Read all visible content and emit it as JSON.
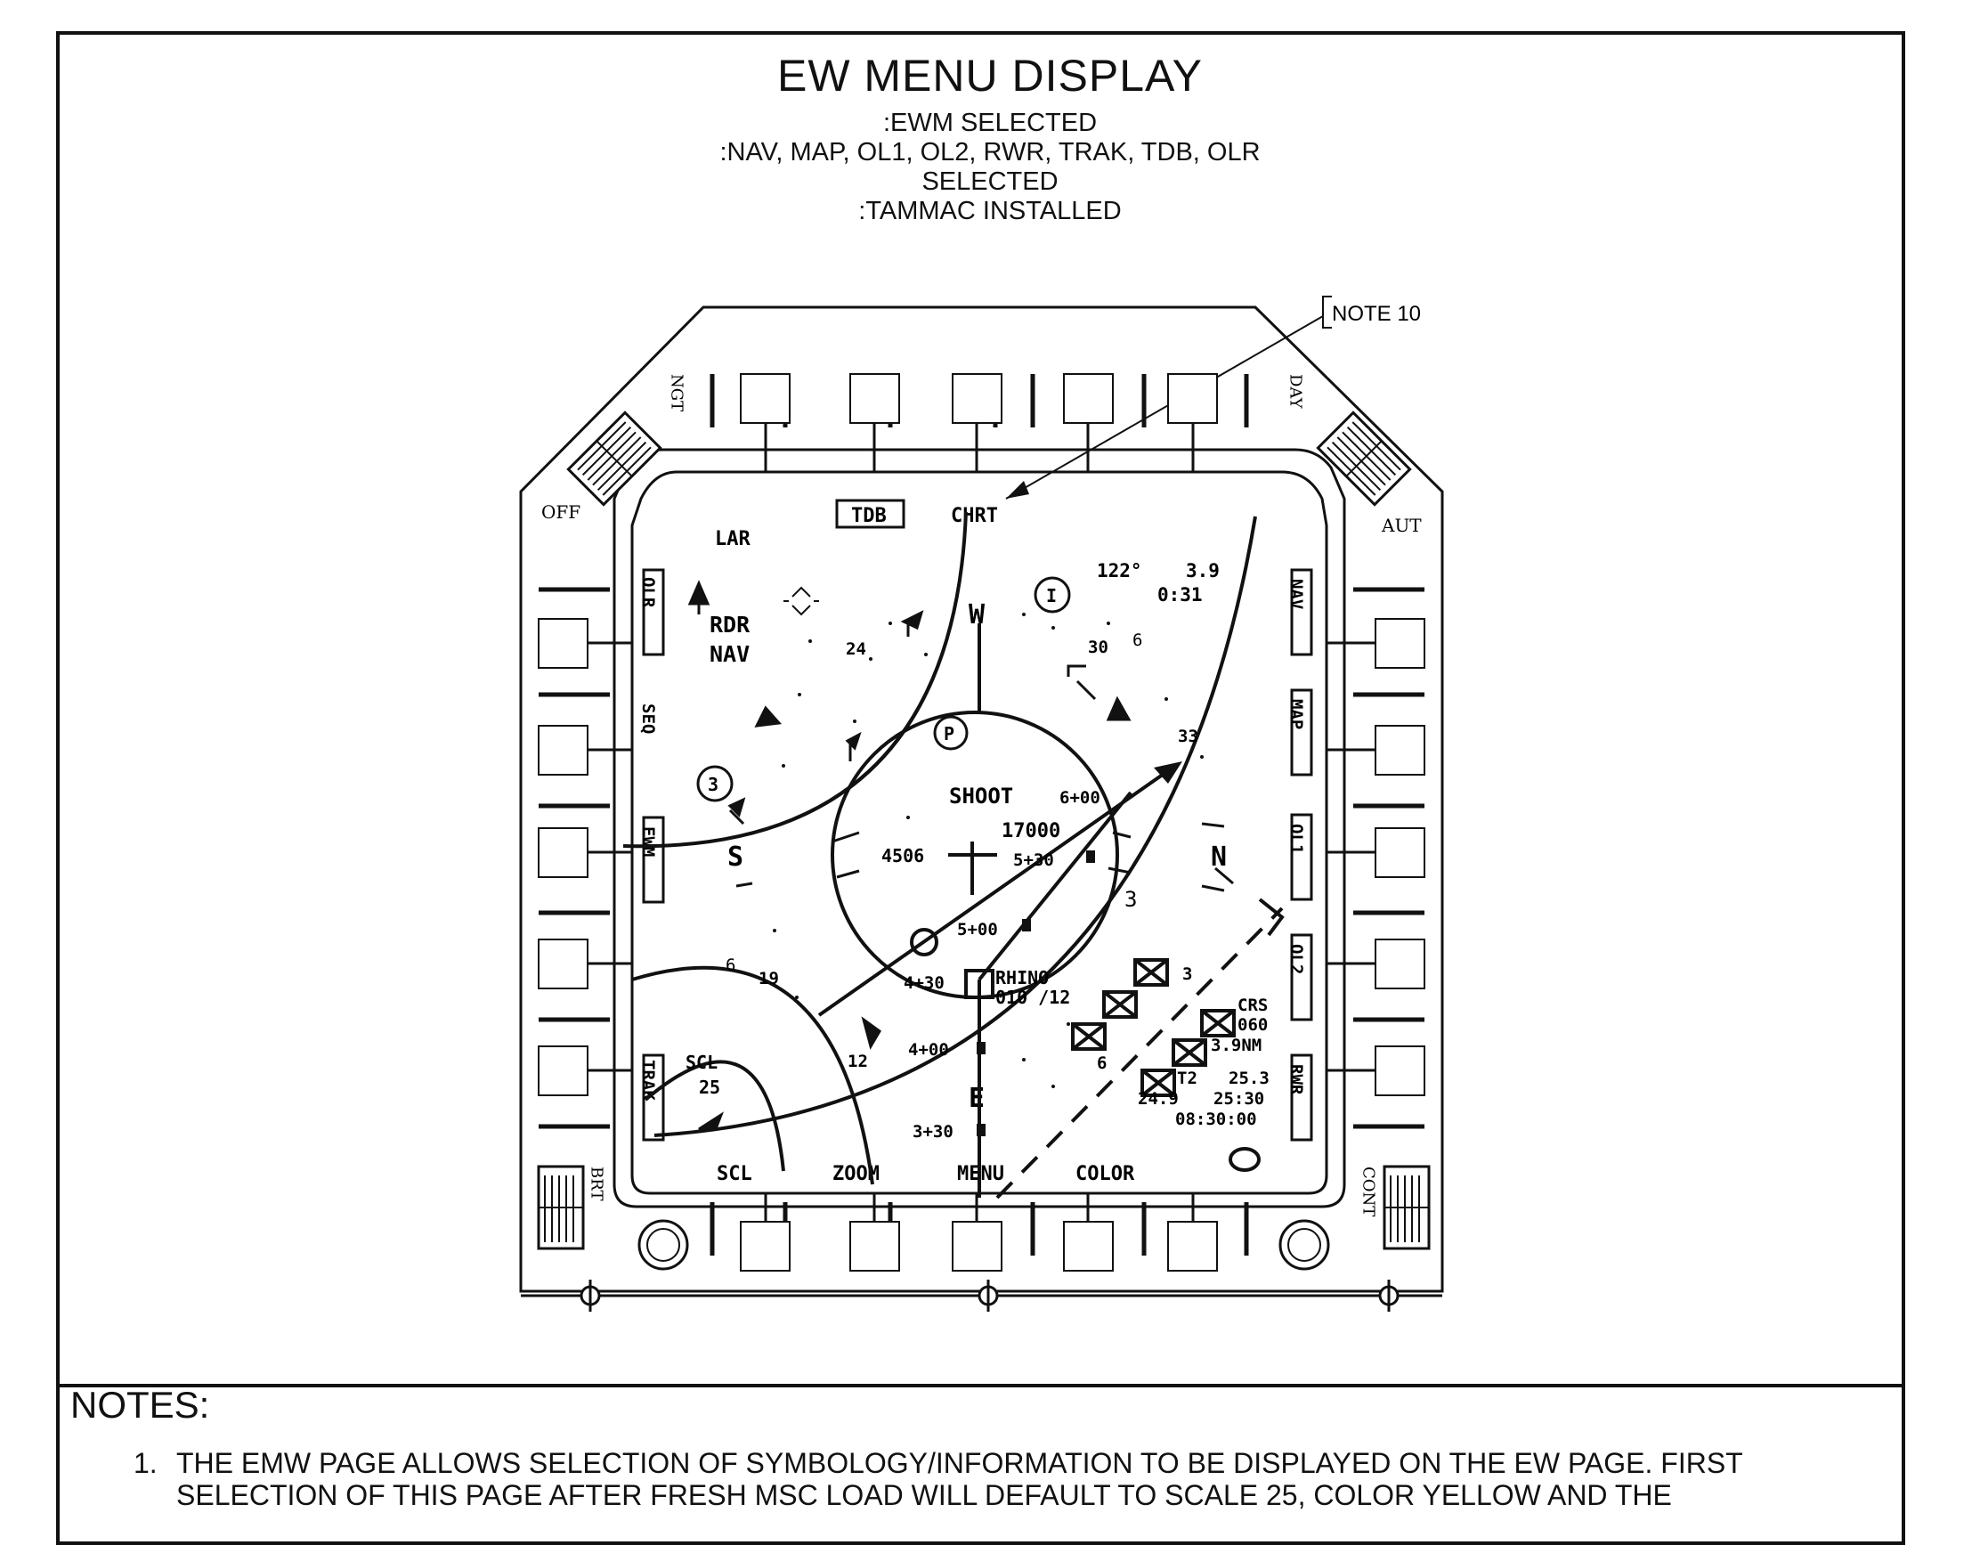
{
  "header": {
    "title": "EW MENU DISPLAY",
    "conditions": [
      ":EWM SELECTED",
      ":NAV, MAP, OL1, OL2, RWR, TRAK, TDB, OLR",
      "SELECTED",
      ":TAMMAC INSTALLED"
    ]
  },
  "callout": {
    "note_ref": "NOTE 10"
  },
  "bezel": {
    "left_knob_top": "NGT",
    "left_knob_off": "OFF",
    "right_knob_top": "DAY",
    "right_knob_aut": "AUT",
    "left_knob_bottom": "BRT",
    "right_knob_bottom": "CONT"
  },
  "display": {
    "top_labels": {
      "tdb": "TDB",
      "chrt": "CHRT",
      "lar": "LAR"
    },
    "left_labels": [
      "OLR",
      "SEQ",
      "EWM",
      "TRAK"
    ],
    "right_labels": [
      "NAV",
      "MAP",
      "OL1",
      "OL2",
      "RWR"
    ],
    "bottom_labels": [
      "SCL",
      "ZOOM",
      "MENU",
      "COLOR"
    ],
    "mode": [
      "RDR",
      "NAV"
    ],
    "shoot": "SHOOT",
    "altitude": "17000",
    "heading_box": "4506",
    "compass": {
      "w": "W",
      "s": "S",
      "n": "N",
      "e": "E"
    },
    "numbers": {
      "n24": "24",
      "n30": "30",
      "n6a": "6",
      "n33": "33",
      "n3a": "3",
      "n19": "19",
      "n12": "12",
      "n6b": "6",
      "n6c": "6",
      "n3b": "3"
    },
    "times": {
      "t1": "6+00",
      "t2": "5+30",
      "t3": "5+00",
      "t4": "4+30",
      "t5": "4+00",
      "t6": "3+30"
    },
    "rhino": [
      "RHINO",
      "010 /12"
    ],
    "top_right": {
      "brg": "122°",
      "dist": "3.9",
      "time": "0:31"
    },
    "scale": {
      "label": "SCL",
      "value": "25"
    },
    "crs": {
      "label": "CRS",
      "value": "060",
      "dist": "3.9NM"
    },
    "t2": {
      "label": "T2",
      "val1": "25.3",
      "val2": "24.9",
      "val3": "25:30",
      "clock": "08:30:00"
    },
    "markers": {
      "p": "P",
      "i": "I",
      "three": "3"
    }
  },
  "notes": {
    "heading": "NOTES:",
    "items": [
      {
        "num": "1.",
        "line1": "THE EMW PAGE ALLOWS SELECTION OF SYMBOLOGY/INFORMATION TO BE DISPLAYED ON THE EW PAGE. FIRST",
        "line2": "SELECTION OF THIS PAGE AFTER FRESH MSC LOAD WILL DEFAULT TO SCALE 25, COLOR YELLOW AND THE"
      }
    ]
  }
}
